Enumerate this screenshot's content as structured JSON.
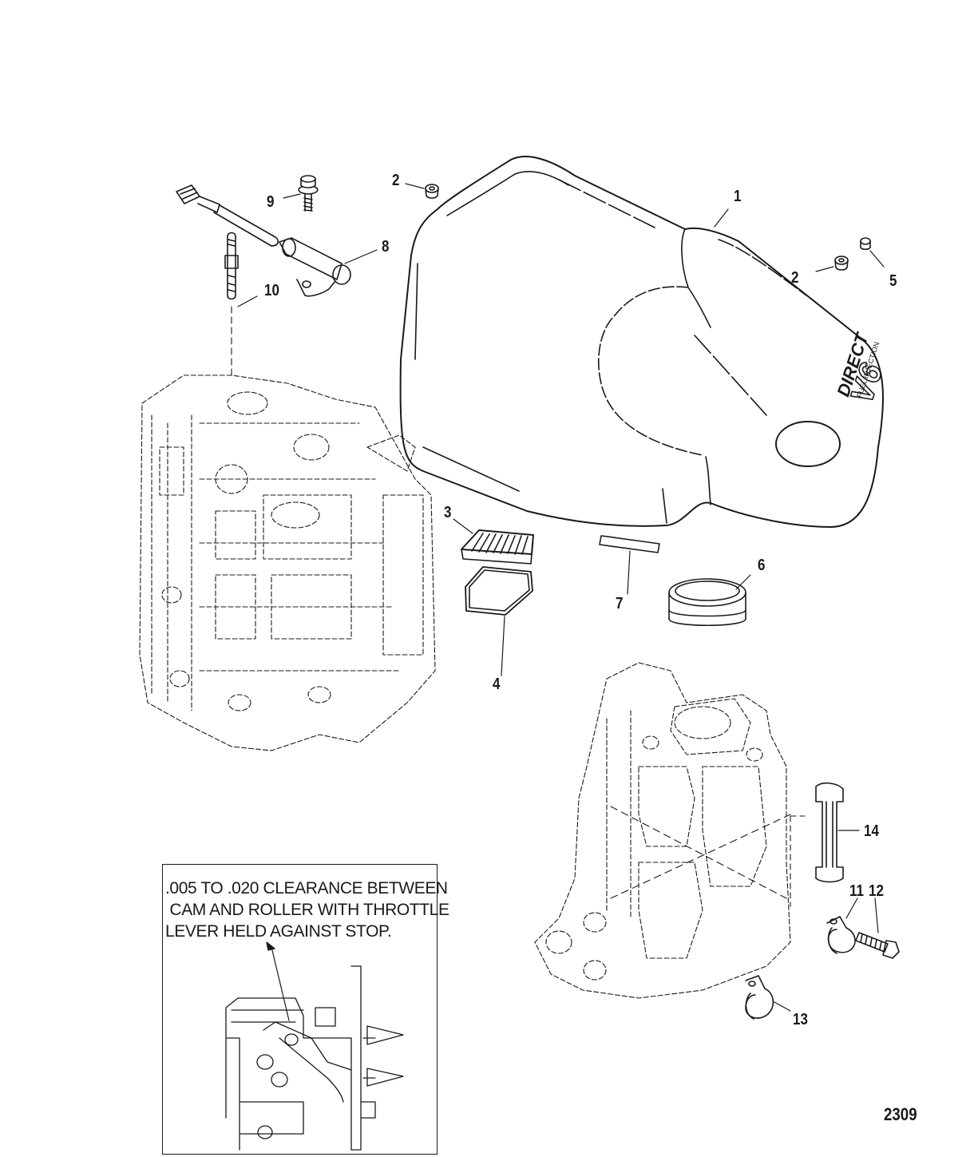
{
  "callouts": [
    {
      "id": "1",
      "label": "1"
    },
    {
      "id": "2a",
      "label": "2"
    },
    {
      "id": "2b",
      "label": "2"
    },
    {
      "id": "3",
      "label": "3"
    },
    {
      "id": "4",
      "label": "4"
    },
    {
      "id": "5",
      "label": "5"
    },
    {
      "id": "6",
      "label": "6"
    },
    {
      "id": "7",
      "label": "7"
    },
    {
      "id": "8",
      "label": "8"
    },
    {
      "id": "9",
      "label": "9"
    },
    {
      "id": "10",
      "label": "10"
    },
    {
      "id": "11",
      "label": "11"
    },
    {
      "id": "12",
      "label": "12"
    },
    {
      "id": "13",
      "label": "13"
    },
    {
      "id": "14",
      "label": "14"
    }
  ],
  "note": {
    "lines": [
      ".005 TO .020 CLEARANCE BETWEEN",
      " CAM AND ROLLER WITH THROTTLE",
      "LEVER HELD AGAINST STOP."
    ]
  },
  "cover_decal": {
    "brand": "DIRECT",
    "subline": "FUEL INJECTION",
    "model": "V6"
  },
  "figure_number": "2309"
}
